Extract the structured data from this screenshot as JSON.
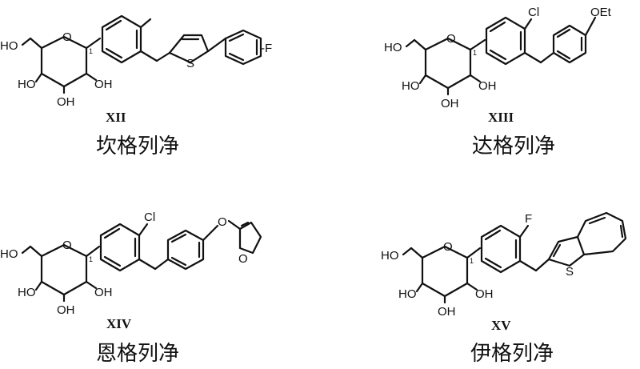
{
  "compounds": [
    {
      "id": "XII",
      "name": "坎格列净",
      "atom_labels": {
        "ho_left": "HO",
        "oh_c3": "HO",
        "oh_c2": "OH",
        "oh_c4": "OH",
        "ring_o": "O",
        "anomeric": "1",
        "s": "S",
        "f": "-F"
      }
    },
    {
      "id": "XIII",
      "name": "达格列净",
      "atom_labels": {
        "ho_left": "HO",
        "oh_c3": "HO",
        "oh_c2": "OH",
        "oh_c4": "OH",
        "ring_o": "O",
        "anomeric": "1",
        "cl": "Cl",
        "oet": "OEt"
      }
    },
    {
      "id": "XIV",
      "name": "恩格列净",
      "atom_labels": {
        "ho_left": "HO",
        "oh_c3": "HO",
        "oh_c2": "OH",
        "oh_c4": "OH",
        "ring_o": "O",
        "anomeric": "1",
        "cl": "Cl",
        "o_link": "O",
        "o_thf": "O"
      }
    },
    {
      "id": "XV",
      "name": "伊格列净",
      "atom_labels": {
        "ho_left": "HO",
        "oh_c3": "HO",
        "oh_c2": "OH",
        "oh_c4": "OH",
        "ring_o": "O",
        "anomeric": "1",
        "f": "F",
        "s": "S"
      }
    }
  ]
}
